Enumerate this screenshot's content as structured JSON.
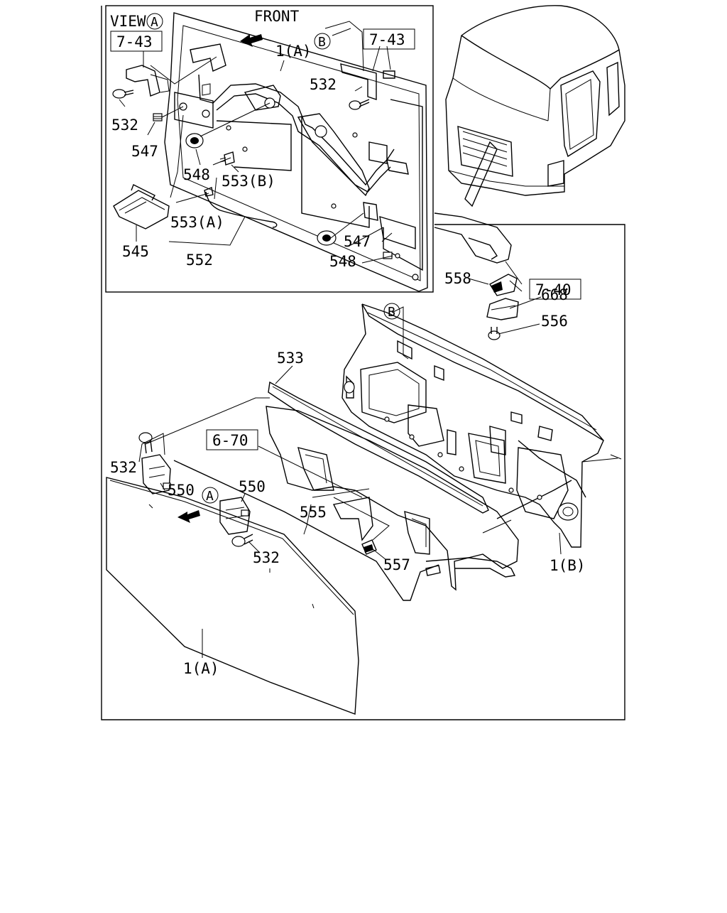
{
  "colors": {
    "ink": "#000000",
    "paper": "#ffffff"
  },
  "inset": {
    "view_label": "VIEW",
    "view_marker": "A",
    "front_label": "FRONT",
    "ref_left": "7-43",
    "ref_right": "7-43",
    "marker_b": "B",
    "callouts": {
      "c1a": "1(A)",
      "c532_right": "532",
      "c532_left": "532",
      "c547_left": "547",
      "c548_left": "548",
      "c553b": "553(B)",
      "c553a": "553(A)",
      "c545": "545",
      "c552": "552",
      "c547_right": "547",
      "c548_right": "548"
    }
  },
  "main": {
    "ref_740": "7-40",
    "ref_670": "6-70",
    "marker_b": "B",
    "marker_a": "A",
    "callouts": {
      "c558": "558",
      "c668": "668",
      "c556": "556",
      "c533": "533",
      "c532_top": "532",
      "c550_left": "550",
      "c550_right": "550",
      "c555": "555",
      "c532_bottom": "532",
      "c557": "557",
      "c1b": "1(B)",
      "c1a": "1(A)"
    }
  }
}
